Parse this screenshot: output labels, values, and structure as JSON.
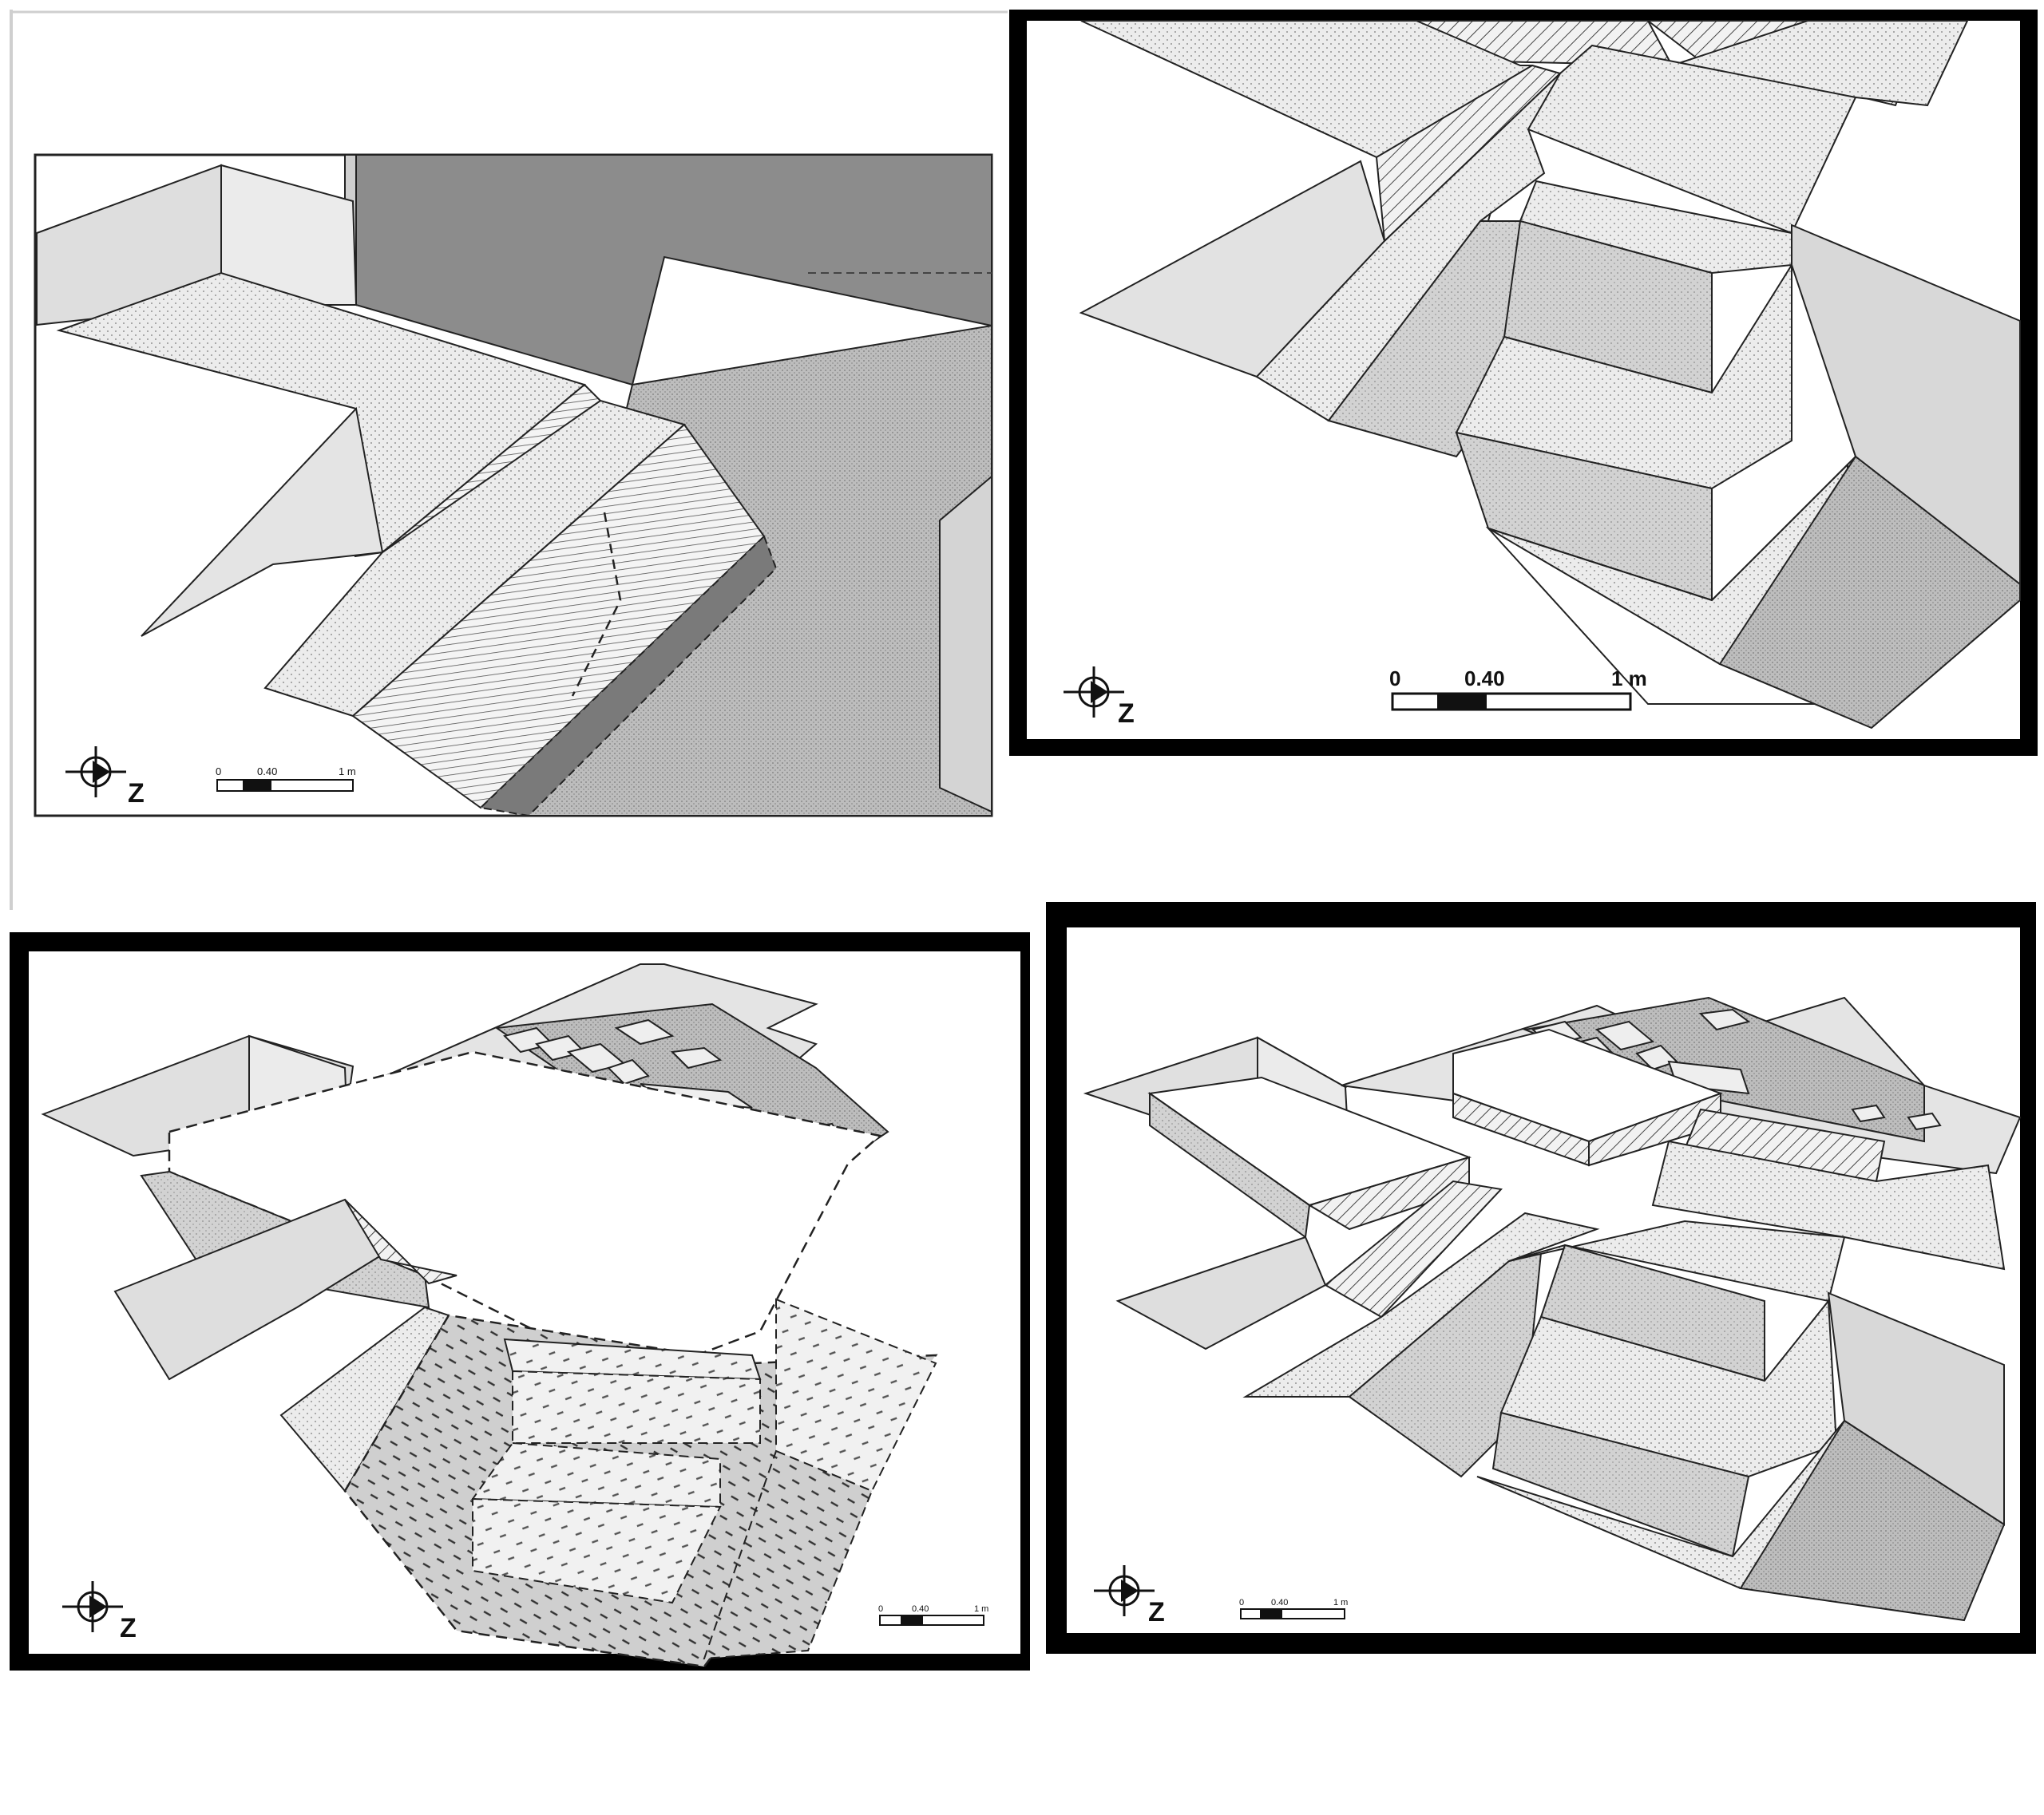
{
  "panels": [
    {
      "id": "panel-1",
      "north_label": "Z",
      "scale": {
        "ticks": [
          "0",
          "0.40",
          "1 m"
        ]
      }
    },
    {
      "id": "panel-2",
      "north_label": "Z",
      "scale": {
        "ticks": [
          "0",
          "0.40",
          "1 m"
        ]
      }
    },
    {
      "id": "panel-3",
      "north_label": "Z",
      "scale": {
        "ticks": [
          "0",
          "0.40",
          "1 m"
        ]
      }
    },
    {
      "id": "panel-4",
      "north_label": "Z",
      "scale": {
        "ticks": [
          "0",
          "0.40",
          "1 m"
        ]
      }
    }
  ],
  "colors": {
    "frame": "#000000",
    "wall": "#d9d9d9",
    "floor_dark": "#8c8c8c",
    "floor_mid": "#b5b5b5",
    "paper": "#ffffff"
  }
}
